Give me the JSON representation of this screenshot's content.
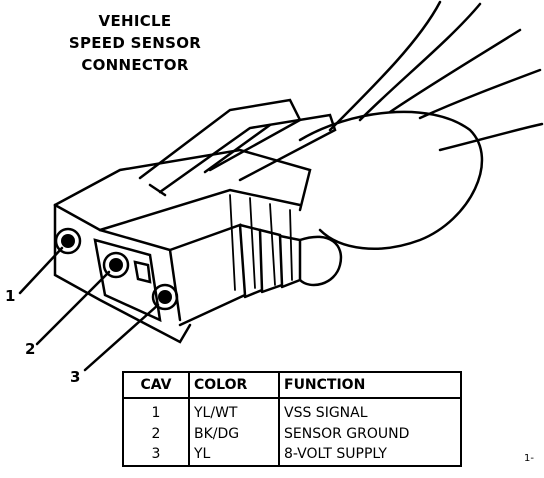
{
  "title": [
    "VEHICLE",
    "SPEED SENSOR",
    "CONNECTOR"
  ],
  "callouts": [
    "1",
    "2",
    "3"
  ],
  "table": {
    "headers": [
      "CAV",
      "COLOR",
      "FUNCTION"
    ],
    "rows": [
      {
        "cav": "1",
        "color": "YL/WT",
        "function": "VSS SIGNAL"
      },
      {
        "cav": "2",
        "color": "BK/DG",
        "function": "SENSOR GROUND"
      },
      {
        "cav": "3",
        "color": "YL",
        "function": "8-VOLT SUPPLY"
      }
    ]
  },
  "corner_mark": "1-"
}
